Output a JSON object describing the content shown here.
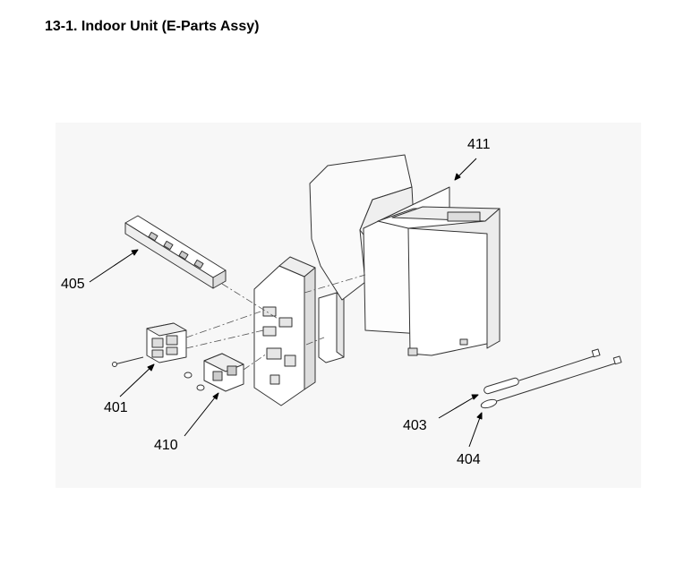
{
  "page": {
    "section_title": "13-1.  Indoor Unit (E-Parts Assy)"
  },
  "diagram": {
    "callouts": [
      {
        "id": "411",
        "label": "411"
      },
      {
        "id": "405",
        "label": "405"
      },
      {
        "id": "401",
        "label": "401"
      },
      {
        "id": "410",
        "label": "410"
      },
      {
        "id": "403",
        "label": "403"
      },
      {
        "id": "404",
        "label": "404"
      }
    ]
  }
}
